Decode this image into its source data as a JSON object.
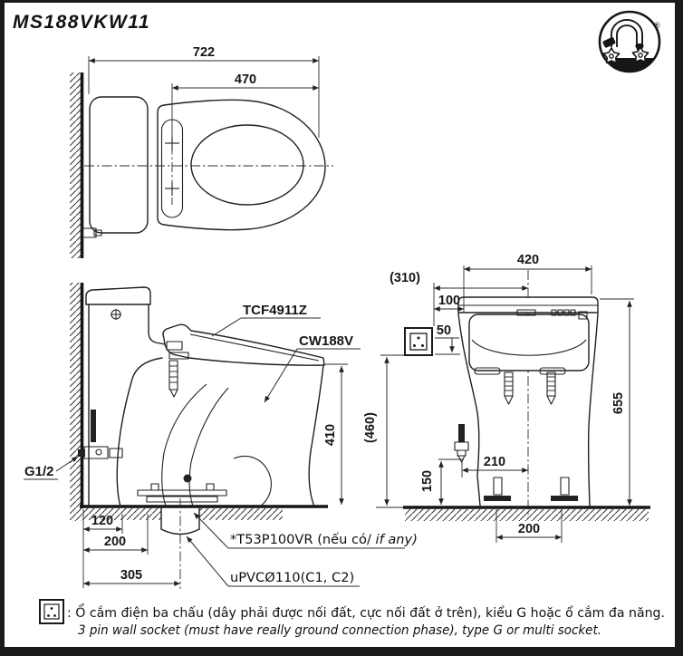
{
  "title": "MS188VKW11",
  "colors": {
    "line": "#202020",
    "background": "#ffffff"
  },
  "logo": {
    "registered": "®"
  },
  "top_view": {
    "dim_722": "722",
    "dim_470": "470"
  },
  "side_view": {
    "part_seat": "TCF4911Z",
    "part_bowl": "CW188V",
    "inlet": "G1/2",
    "dim_410": "410",
    "dim_120": "120",
    "dim_200": "200",
    "dim_305": "305",
    "note_drain_a": "*T53P100VR (nếu có/ ",
    "note_drain_b": "if any)",
    "note_pipe": "uPVCØ110(C1, C2)"
  },
  "front_view": {
    "dim_420": "420",
    "dim_310": "(310)",
    "dim_100": "100",
    "dim_50": "50",
    "dim_460": "(460)",
    "dim_655": "655",
    "dim_150": "150",
    "dim_210": "210",
    "dim_200": "200"
  },
  "footnote": {
    "vi": ": Ổ cắm điện ba chấu (dây phải được nối đất, cực nối đất ở trên), kiểu G hoặc ổ cắm đa năng.",
    "en": "3 pin wall socket (must have really ground connection phase), type G or multi socket."
  }
}
